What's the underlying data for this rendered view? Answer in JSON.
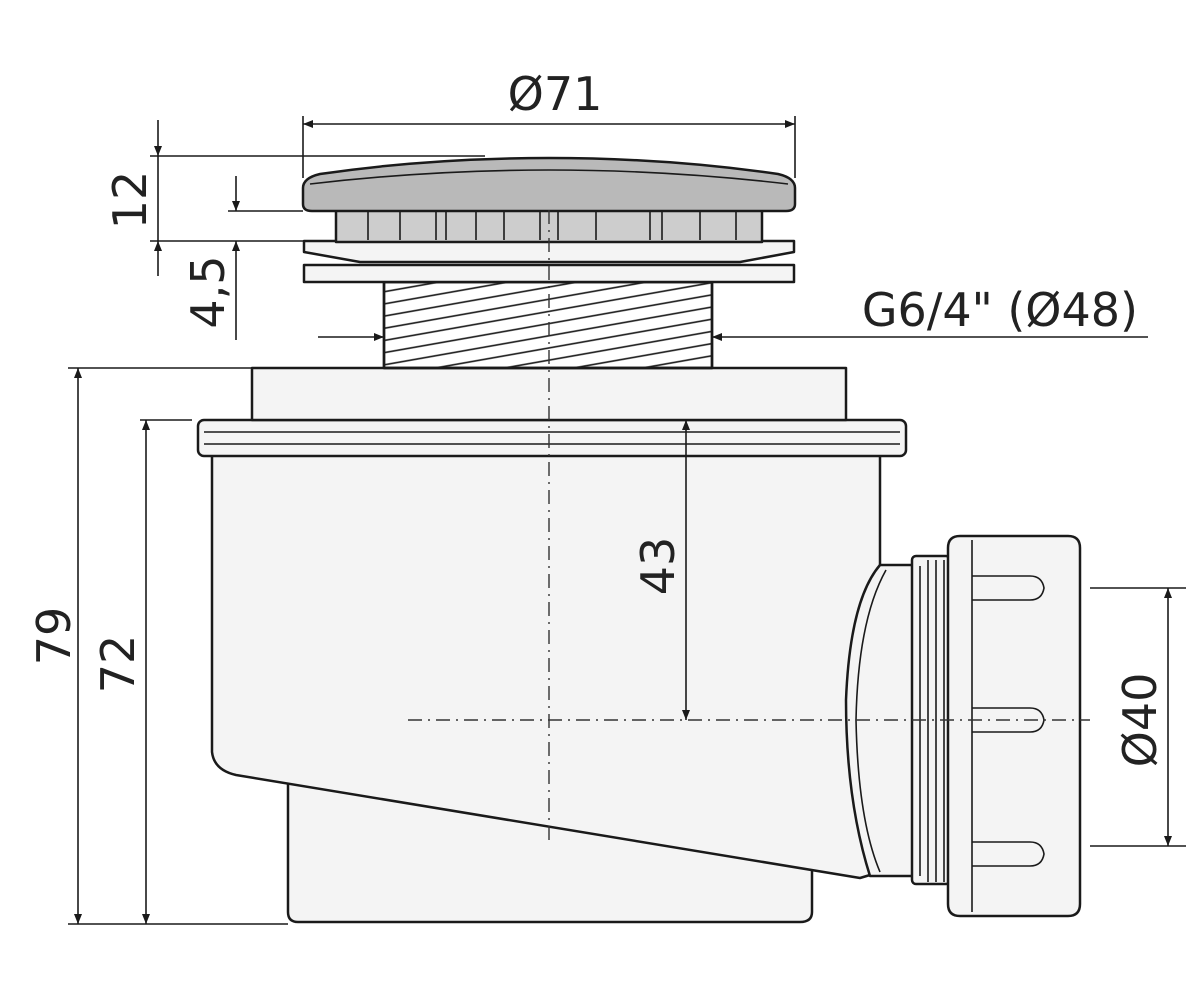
{
  "drawing": {
    "colors": {
      "line": "#1a1a1a",
      "body_fill": "#f4f4f4",
      "cap_fill": "#b9b9b9",
      "grille_fill": "#cdcdcd",
      "background": "#ffffff"
    },
    "dimensions": {
      "cap_diameter": "Ø71",
      "cap_height": "12",
      "flange_height": "4,5",
      "thread": "G6/4\" (Ø48)",
      "overall_height": "79",
      "body_height": "72",
      "outlet_center_height": "43",
      "outlet_diameter": "Ø40"
    }
  }
}
